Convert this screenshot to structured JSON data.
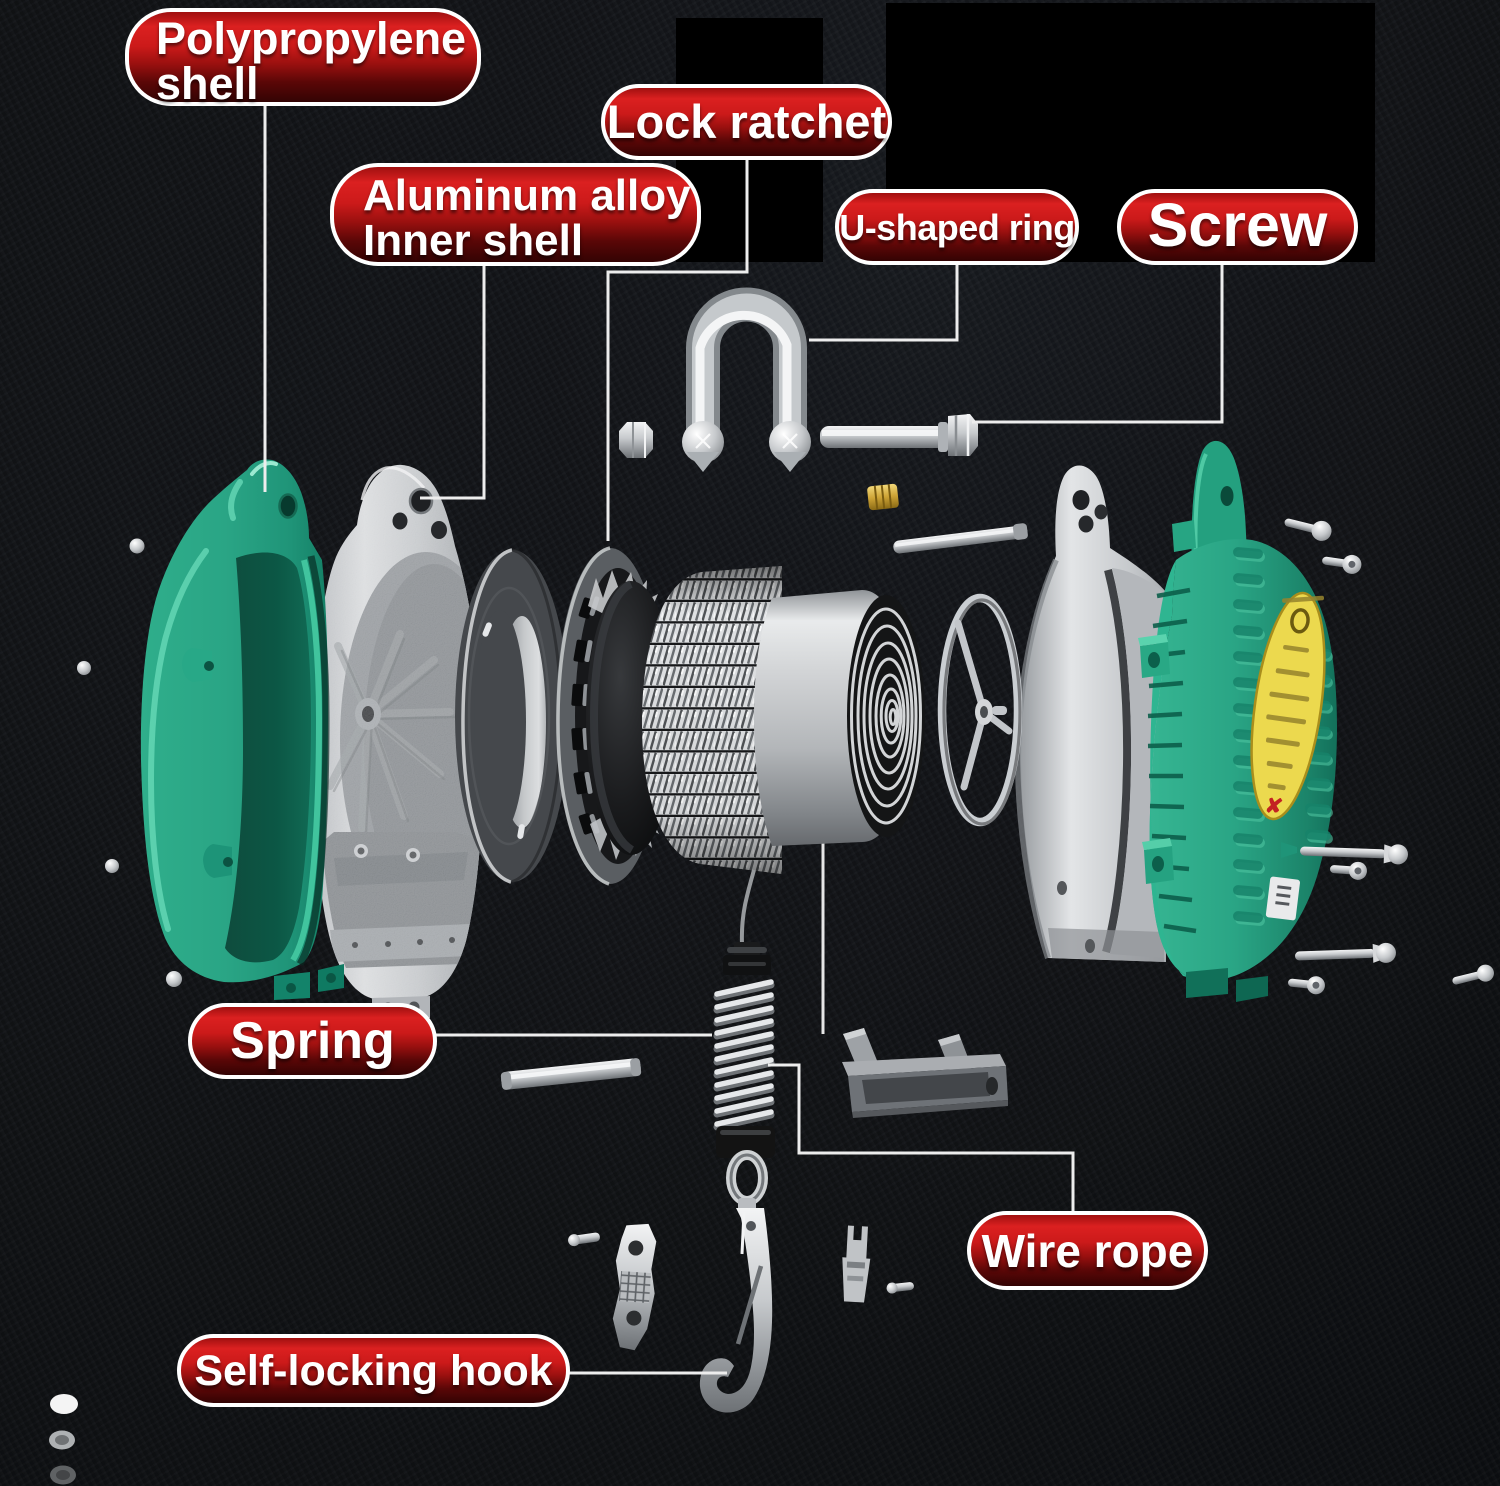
{
  "figure": {
    "type": "exploded-parts-diagram",
    "subject": "wire rope hoist / self-locking lifting device",
    "background_color": "#121418",
    "callout_style": {
      "fill_top": "#d42020",
      "fill_bottom": "#330303",
      "border": "#ffffff",
      "text": "#ffffff"
    }
  },
  "callouts": {
    "polypropylene_shell": {
      "line1": "Polypropylene",
      "line2": "shell"
    },
    "aluminum_inner_shell": {
      "line1": "Aluminum alloy",
      "line2": "Inner shell"
    },
    "lock_ratchet": {
      "label": "Lock ratchet"
    },
    "u_shaped_ring": {
      "label": "U-shaped ring"
    },
    "screw": {
      "label": "Screw"
    },
    "spring": {
      "label": "Spring"
    },
    "wire_rope": {
      "label": "Wire rope"
    },
    "self_locking_hook": {
      "label": "Self-locking hook"
    }
  },
  "parts_colors": {
    "shell_green": "#2aa585",
    "metal_silver": "#c9ccce",
    "ratchet_black": "#131415",
    "sticker_yellow": "#ecd94e",
    "sticker_cross": "#c32222",
    "brass": "#d9b13c"
  },
  "depicted_parts": [
    "polypropylene-outer-shell",
    "aluminum-inner-shell",
    "rope-drum",
    "lock-ratchet",
    "wire-rope-coil",
    "spiral-spring-drum",
    "handwheel",
    "right-aluminum-shell",
    "right-green-outer-shell",
    "mounting-screws",
    "hex-nut",
    "u-shaped-ring",
    "long-bolt",
    "brass-bushing",
    "steel-pin-top",
    "steel-pin-middle",
    "shock-absorbing-spring",
    "self-locking-hook",
    "rope-guide-bracket",
    "small-fasteners",
    "loose-ball-fasteners",
    "bullet-dots",
    "redaction-blocks"
  ]
}
